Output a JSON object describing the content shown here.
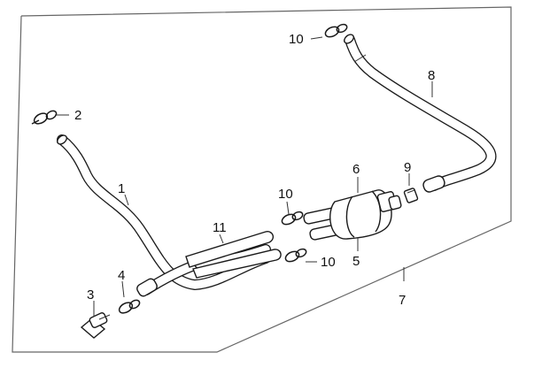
{
  "diagram": {
    "callouts": {
      "c1": "1",
      "c2": "2",
      "c3": "3",
      "c4": "4",
      "c5": "5",
      "c6": "6",
      "c7": "7",
      "c8": "8",
      "c9": "9",
      "c10_top": "10",
      "c10_mid": "10",
      "c10_low": "10",
      "c11": "11"
    }
  }
}
